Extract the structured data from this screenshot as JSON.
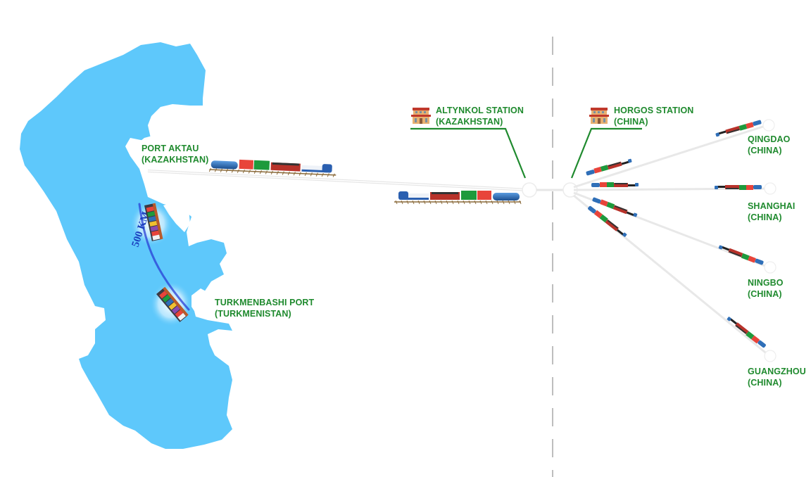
{
  "colors": {
    "sea": "#5ec8fb",
    "label_green": "#1f8a2e",
    "route_blue": "#2a3fd6",
    "border_line": "#9a9a9a",
    "leader_line": "#1f8a2e",
    "container_red": "#e8443a",
    "container_green": "#1e9a3c",
    "tank_blue": "#2f6fb8",
    "hopper_red": "#b8322a",
    "loco_white": "#eef2f8"
  },
  "sea_route": {
    "distance_label": "500 KM"
  },
  "ports": {
    "aktau": {
      "name": "PORT AKTAU",
      "country": "(KAZAKHSTAN)"
    },
    "turkmenbashi": {
      "name": "TURKMENBASHI PORT",
      "country": "(TURKMENISTAN)"
    }
  },
  "stations": {
    "altynkol": {
      "name": "ALTYNKOL STATION",
      "country": "(KAZAKHSTAN)",
      "icon": "station-building-icon"
    },
    "horgos": {
      "name": "HORGOS STATION",
      "country": "(CHINA)",
      "icon": "station-building-icon"
    }
  },
  "destinations": [
    {
      "id": "qingdao",
      "name": "QINGDAO",
      "country": "(CHINA)"
    },
    {
      "id": "shanghai",
      "name": "SHANGHAI",
      "country": "(CHINA)"
    },
    {
      "id": "ningbo",
      "name": "NINGBO",
      "country": "(CHINA)"
    },
    {
      "id": "guangzhou",
      "name": "GUANGZHOU",
      "country": "(CHINA)"
    }
  ],
  "border": {
    "style": "dashed",
    "meaning": "Kazakhstan-China border"
  }
}
